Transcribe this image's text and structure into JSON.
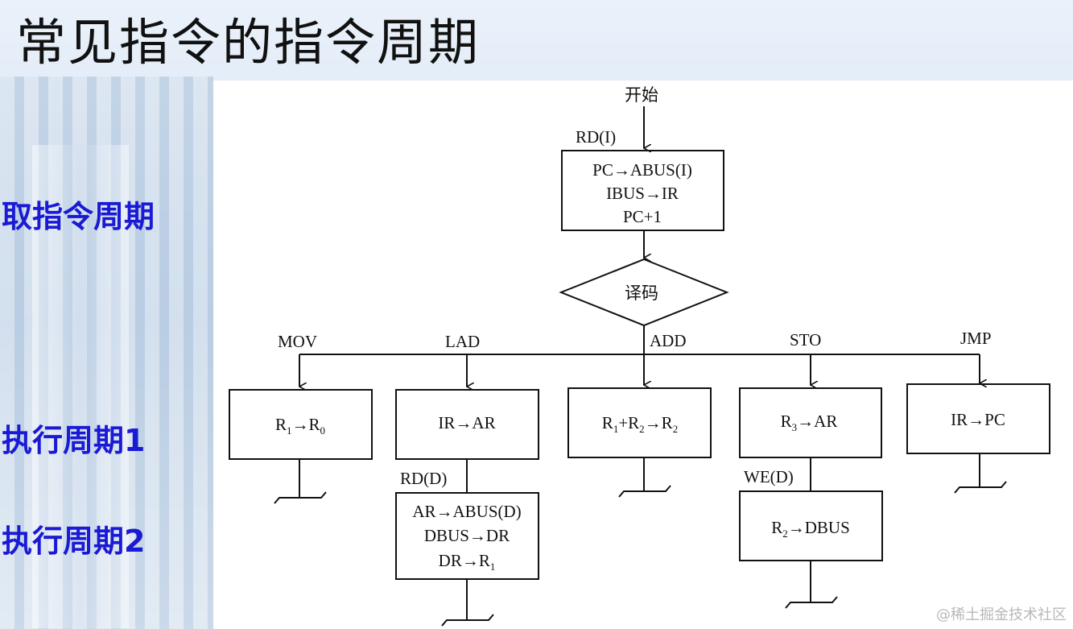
{
  "title": "常见指令的指令周期",
  "side_labels": {
    "fetch": "取指令周期",
    "exec1": "执行周期1",
    "exec2": "执行周期2"
  },
  "flowchart": {
    "start": "开始",
    "fetch_signal": "RD(I)",
    "fetch_lines": [
      "PC→ABUS(I)",
      "IBUS→IR",
      "PC+1"
    ],
    "decode": "译码",
    "branches": {
      "mov": {
        "label": "MOV",
        "line1": "R",
        "sub1": "1",
        "arrow": "→R",
        "sub2": "0"
      },
      "lad": {
        "label": "LAD",
        "step1": "IR→AR",
        "signal": "RD(D)",
        "step2": [
          "AR→ABUS(D)",
          "DBUS→DR"
        ],
        "step2_last": "DR→R",
        "step2_last_sub": "1"
      },
      "add": {
        "label": "ADD",
        "p1": "R",
        "s1": "1",
        "p2": "+R",
        "s2": "2",
        "p3": "→R",
        "s3": "2"
      },
      "sto": {
        "label": "STO",
        "p1": "R",
        "s1": "3",
        "p2": "→AR",
        "signal": "WE(D)",
        "q1": "R",
        "t1": "2",
        "q2": "→DBUS"
      },
      "jmp": {
        "label": "JMP",
        "step1": "IR→PC"
      }
    }
  },
  "watermark": "@稀土掘金技术社区"
}
